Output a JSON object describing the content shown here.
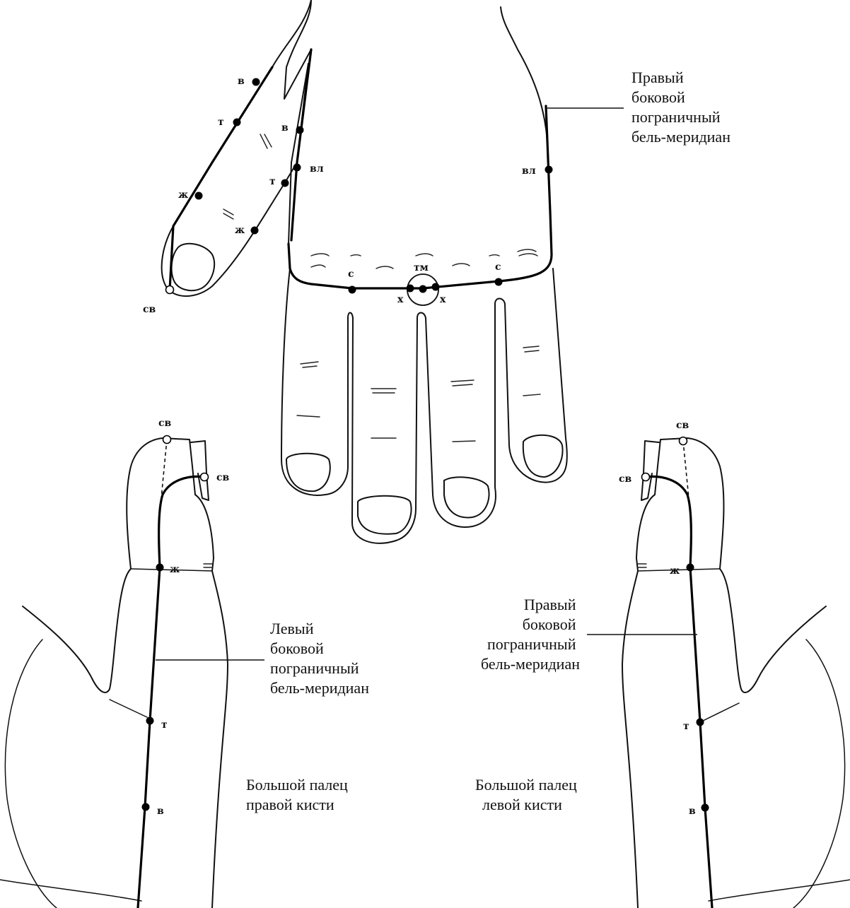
{
  "captions": {
    "top_right": [
      "Правый",
      "боковой",
      "пограничный",
      "бель-меридиан"
    ],
    "left_thumb": [
      "Левый",
      "боковой",
      "пограничный",
      "бель-меридиан"
    ],
    "right_thumb": [
      "Правый",
      "боковой",
      "пограничный",
      "бель-меридиан"
    ],
    "left_thumb_name": [
      "Большой палец",
      "правой кисти"
    ],
    "right_thumb_name": [
      "Большой палец",
      "левой кисти"
    ]
  },
  "points": {
    "v": "в",
    "t": "т",
    "zh": "ж",
    "sv": "св",
    "vl": "вл",
    "s": "с",
    "tm": "тм",
    "x": "х"
  }
}
